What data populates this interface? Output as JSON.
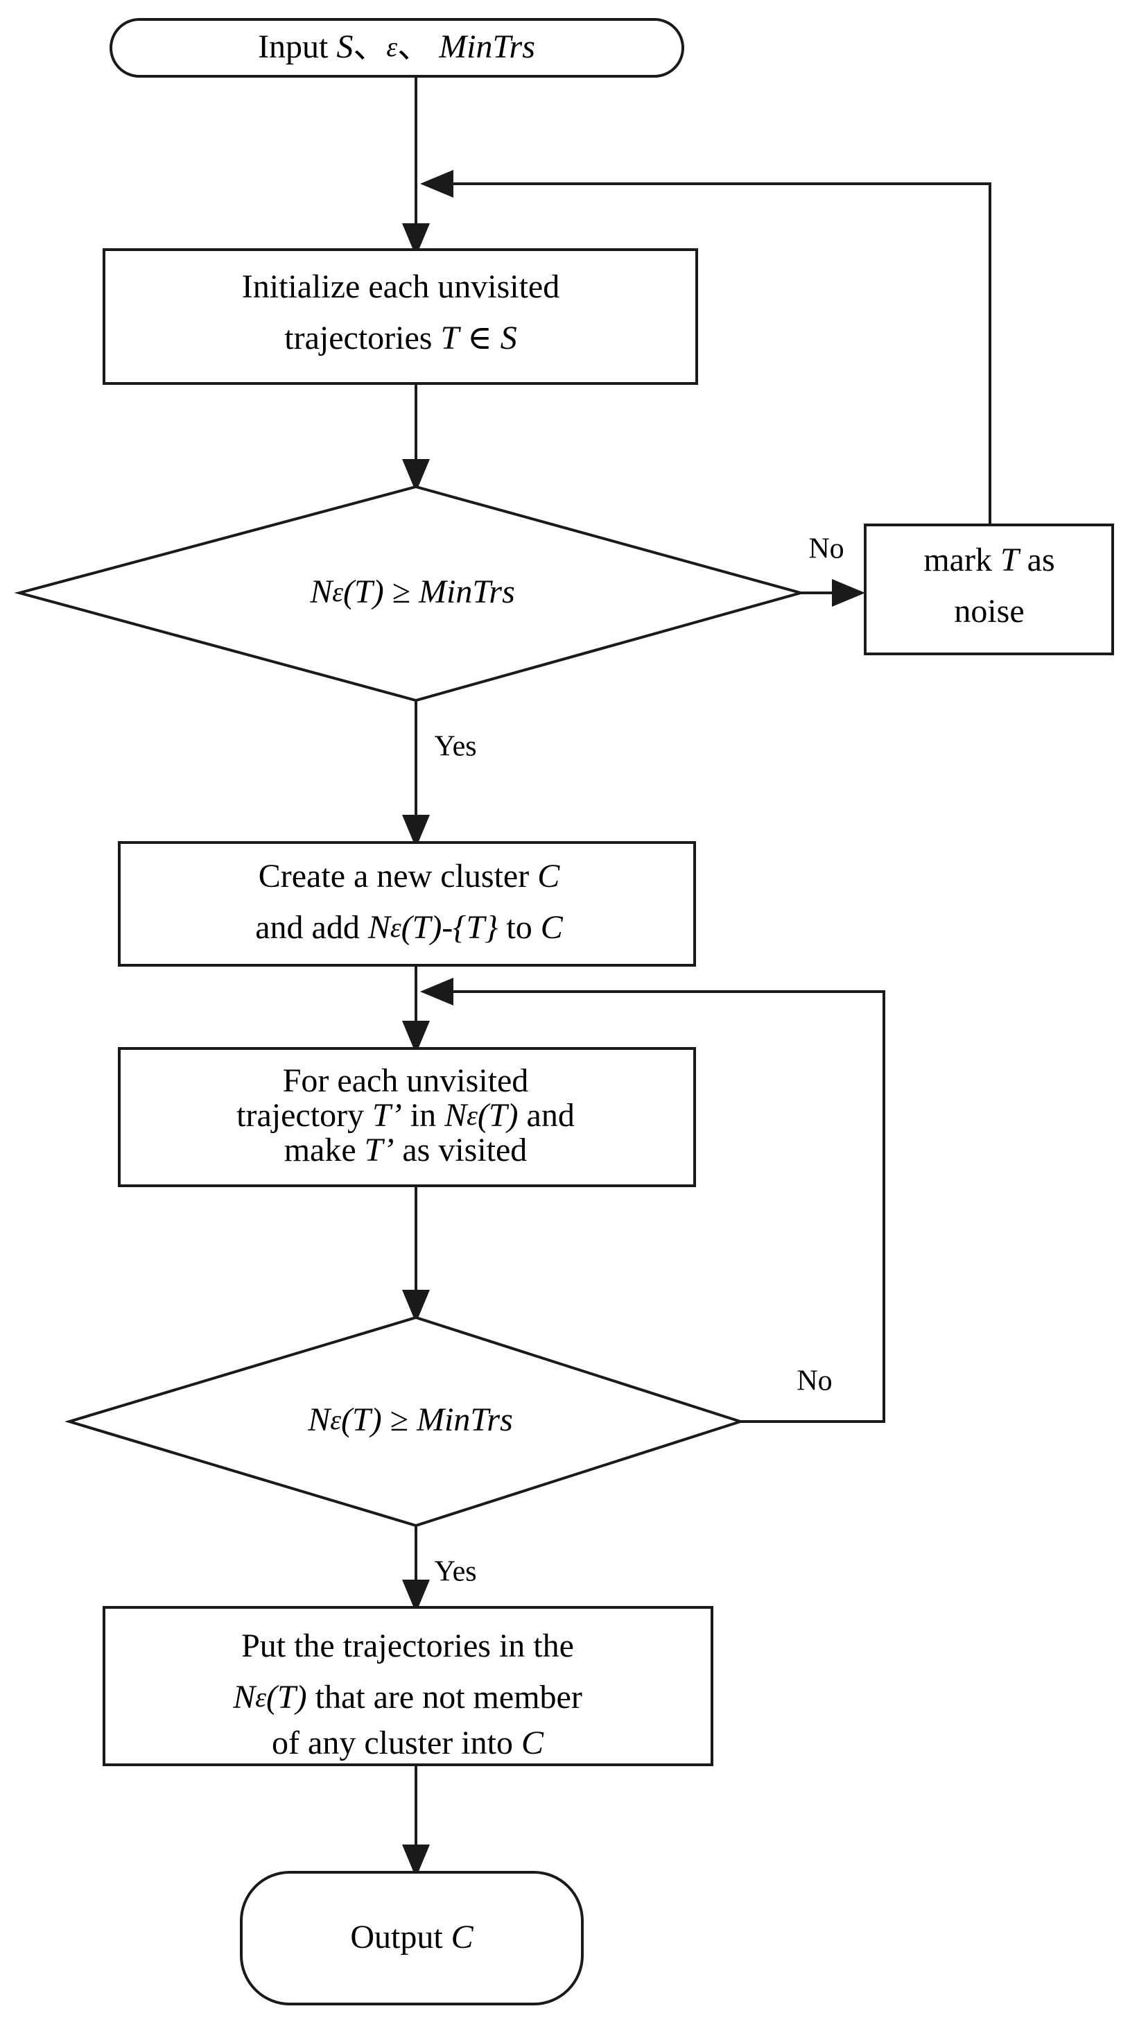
{
  "diagram": {
    "title": "Trajectory DBSCAN clustering flowchart",
    "type": "flowchart",
    "background_color": "#ffffff",
    "line_color": "#1a1a1a",
    "text_color": "#000000"
  },
  "nodes": {
    "start": {
      "shape": "terminator",
      "label_prefix": "Input ",
      "param_s": "S",
      "sep1": "、",
      "param_eps": "ε",
      "sep2": "、",
      "param_mintrs": "MinTrs"
    },
    "init": {
      "shape": "process",
      "line1": "Initialize each unvisited",
      "line2_a": "trajectories ",
      "line2_t": "T",
      "line2_b": " ∈ ",
      "line2_s": "S"
    },
    "decision1": {
      "shape": "decision",
      "n": "N",
      "eps": "ε",
      "paren_t": "(T)",
      "op": " ≥ ",
      "mintrs": "MinTrs"
    },
    "noise": {
      "shape": "process",
      "line1_a": "mark ",
      "line1_t": "T",
      "line1_b": " as",
      "line2": "noise"
    },
    "create_cluster": {
      "shape": "process",
      "line1_a": "Create a new cluster ",
      "line1_c": "C",
      "line2_a": "and add ",
      "line2_n": "N",
      "line2_eps": "ε",
      "line2_b": "(T)-{T}",
      "line2_c": " to ",
      "line2_d": "C"
    },
    "for_each": {
      "shape": "process",
      "line1": "For each unvisited",
      "line2_a": "trajectory ",
      "line2_tp": "T’",
      "line2_b": " in ",
      "line2_n": "N",
      "line2_eps": "ε",
      "line2_c": "(T)",
      "line2_d": " and",
      "line3_a": "make ",
      "line3_tp": "T’",
      "line3_b": " as visited"
    },
    "decision2": {
      "shape": "decision",
      "n": "N",
      "eps": "ε",
      "paren_t": "(T)",
      "op": " ≥ ",
      "mintrs": "MinTrs"
    },
    "put": {
      "shape": "process",
      "line1": "Put the trajectories in the",
      "line2_n": "N",
      "line2_eps": "ε",
      "line2_a": "(T)",
      "line2_b": " that are not member",
      "line3_a": "of any cluster into ",
      "line3_c": "C"
    },
    "end": {
      "shape": "terminator",
      "label": "Output ",
      "param_c": "C"
    }
  },
  "edge_labels": {
    "no_1": "No",
    "yes_1": "Yes",
    "no_2": "No",
    "yes_2": "Yes"
  }
}
